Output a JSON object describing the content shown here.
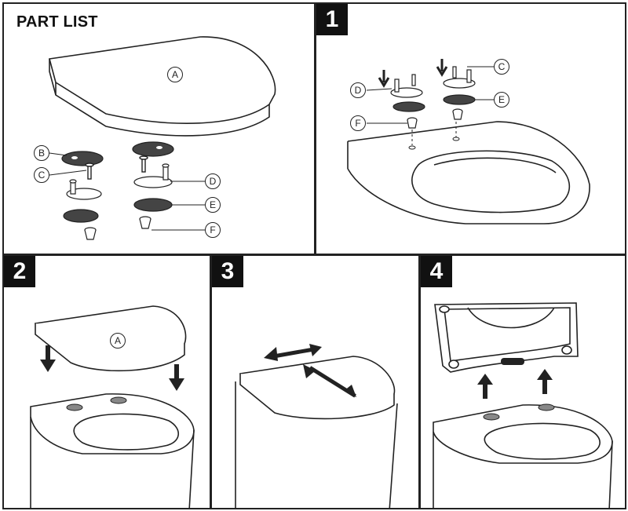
{
  "part_list": {
    "title": "PART LIST",
    "labels": {
      "a": "A",
      "b": "B",
      "c": "C",
      "d": "D",
      "e": "E",
      "f": "F"
    }
  },
  "steps": [
    {
      "number": "1",
      "labels": {
        "c": "C",
        "d": "D",
        "e": "E",
        "f": "F"
      }
    },
    {
      "number": "2",
      "labels": {
        "a": "A"
      }
    },
    {
      "number": "3"
    },
    {
      "number": "4"
    }
  ],
  "colors": {
    "line": "#222222",
    "fill_dark": "#444444",
    "badge": "#111111"
  }
}
